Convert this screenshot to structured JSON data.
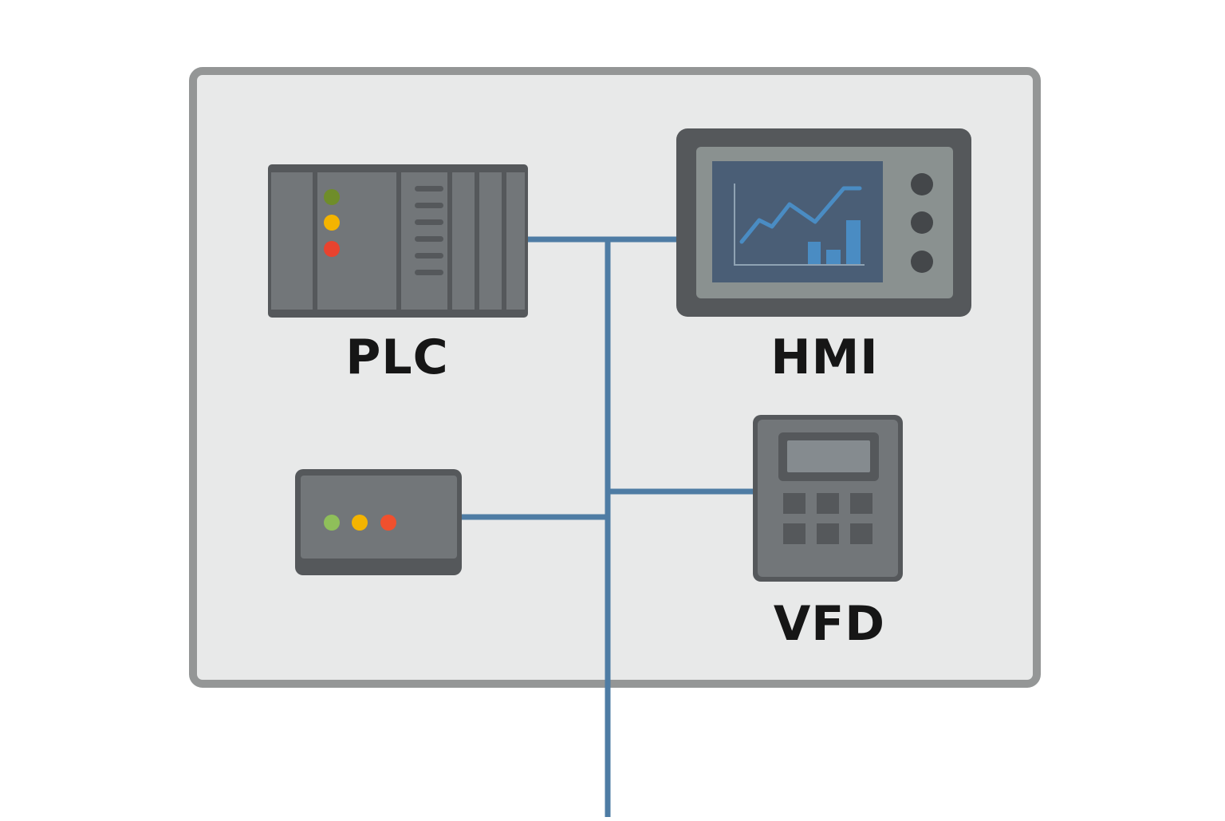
{
  "diagram": {
    "labels": {
      "plc": "PLC",
      "hmi": "HMI",
      "vfd": "VFD"
    },
    "colors": {
      "background": "#ffffff",
      "panel_fill": "#e8e9e9",
      "panel_border": "#949696",
      "network_line": "#4e7ca4",
      "device_dark": "#55585b",
      "device_body": "#727679",
      "hmi_bezel": "#8a9190",
      "hmi_screen": "#4a5e76",
      "hmi_chart": "#4a8cc3",
      "led_green": "#6f8d2a",
      "led_yellow": "#f4b400",
      "led_red": "#e8432f",
      "io_led_green": "#8fbf5a",
      "io_led_red": "#f0502e"
    },
    "icons": {
      "plc": "plc-rack-icon",
      "hmi": "hmi-touchscreen-icon",
      "io": "io-module-icon",
      "vfd": "vfd-keypad-icon"
    }
  }
}
